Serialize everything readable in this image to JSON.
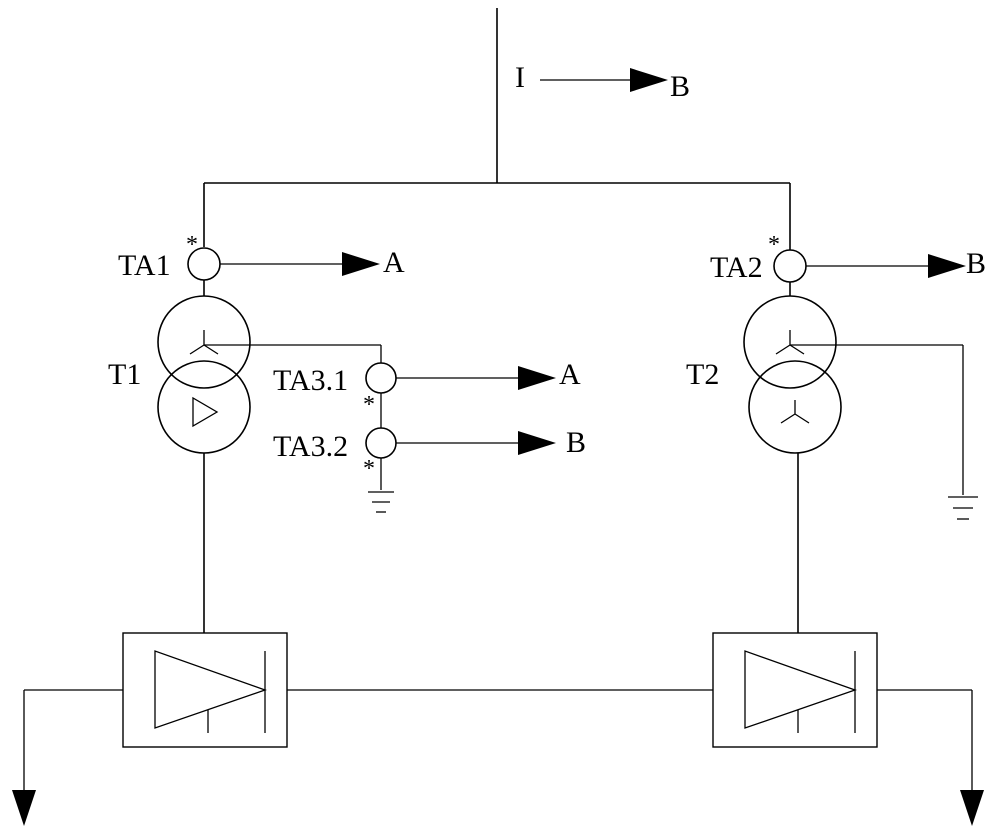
{
  "labels": {
    "current": "I",
    "current_dest": "B",
    "ta1": "TA1",
    "ta1_dest": "A",
    "ta2": "TA2",
    "ta2_dest": "B",
    "t1": "T1",
    "t2": "T2",
    "ta31": "TA3.1",
    "ta31_dest": "A",
    "ta32": "TA3.2",
    "ta32_dest": "B",
    "polarity_mark": "*"
  }
}
